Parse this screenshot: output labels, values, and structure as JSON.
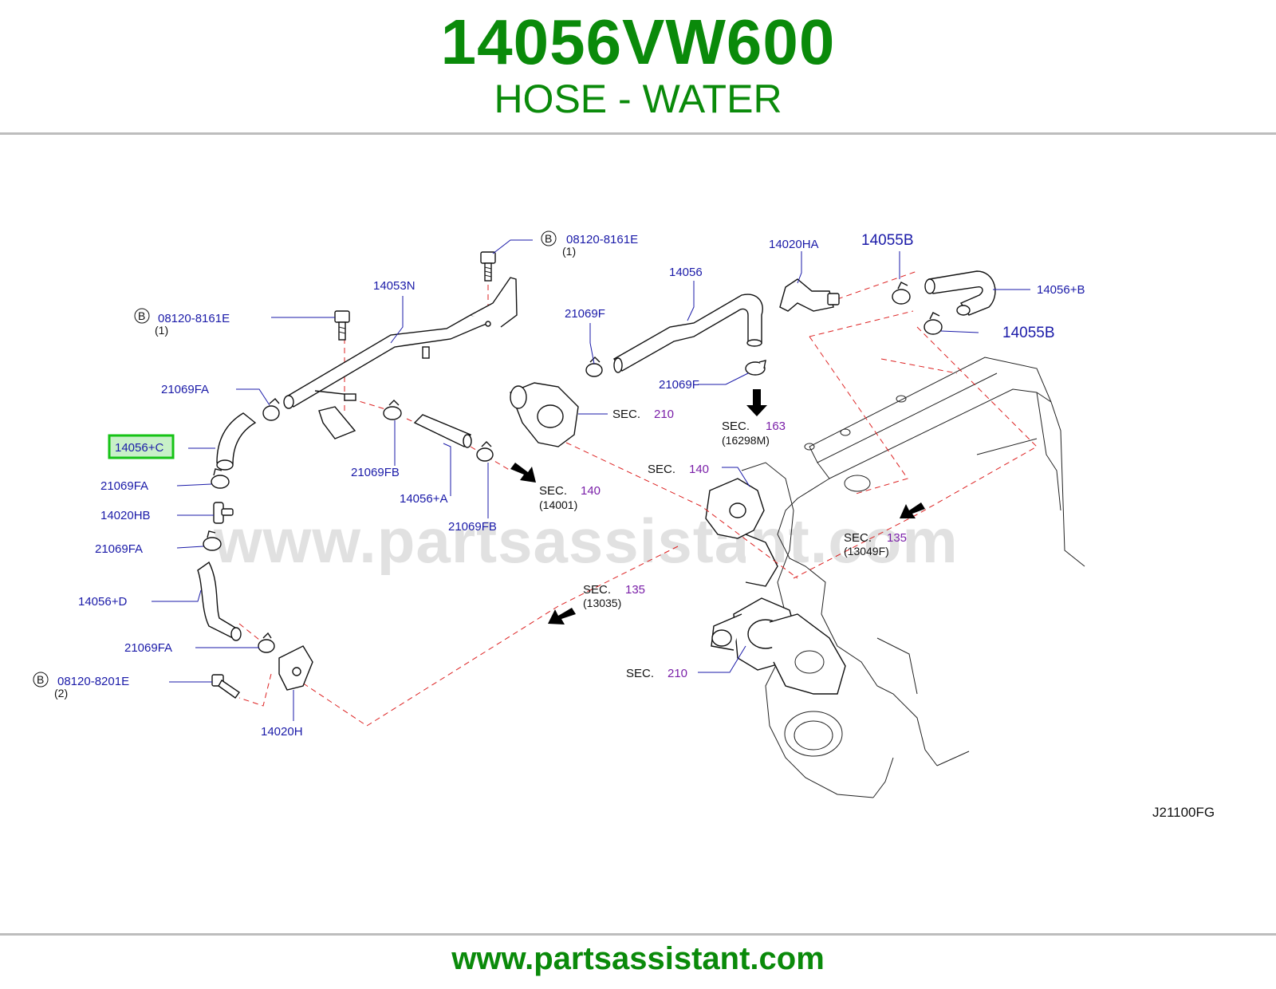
{
  "header": {
    "part_number": "14056VW600",
    "description": "HOSE - WATER"
  },
  "colors": {
    "title_green": "#0a8a0a",
    "label_blue": "#1a1aa8",
    "section_purple": "#7a1fa8",
    "highlight_green": "#16c316",
    "rule_gray": "#bdbdbd"
  },
  "diagram": {
    "watermark": "www.partsassistant.com",
    "code": "J21100FG",
    "callouts": {
      "bolt_top": {
        "marker": "B",
        "part": "08120-8161E",
        "qty": "(1)"
      },
      "bolt_left": {
        "marker": "B",
        "part": "08120-8161E",
        "qty": "(1)"
      },
      "bolt_bottom": {
        "marker": "B",
        "part": "08120-8201E",
        "qty": "(2)"
      },
      "pipe": "14053N",
      "clamp_fa_1": "21069FA",
      "hose_c": "14056+C",
      "clamp_fa_2": "21069FA",
      "tee_hb": "14020HB",
      "clamp_fa_3": "21069FA",
      "hose_d": "14056+D",
      "clamp_fa_4": "21069FA",
      "flange_h": "14020H",
      "clamp_fb_1": "21069FB",
      "hose_a": "14056+A",
      "clamp_fb_2": "21069FB",
      "clamp_f_1": "21069F",
      "hose_main": "14056",
      "clamp_f_2": "21069F",
      "fitting_ha": "14020HA",
      "clamp_55b_1": "14055B",
      "hose_b": "14056+B",
      "clamp_55b_2": "14055B"
    },
    "sections": {
      "sec_210_top": {
        "label": "SEC.",
        "num": "210",
        "sub": ""
      },
      "sec_163": {
        "label": "SEC.",
        "num": "163",
        "sub": "(16298M)"
      },
      "sec_140_engine": {
        "label": "SEC.",
        "num": "140",
        "sub": ""
      },
      "sec_140_mid": {
        "label": "SEC.",
        "num": "140",
        "sub": "(14001)"
      },
      "sec_135_right": {
        "label": "SEC.",
        "num": "135",
        "sub": "(13049F)"
      },
      "sec_135_mid": {
        "label": "SEC.",
        "num": "135",
        "sub": "(13035)"
      },
      "sec_210_bottom": {
        "label": "SEC.",
        "num": "210",
        "sub": ""
      }
    }
  },
  "footer": {
    "url": "www.partsassistant.com"
  }
}
